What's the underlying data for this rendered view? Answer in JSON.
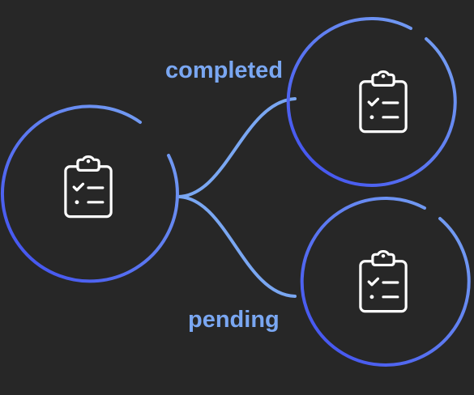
{
  "diagram": {
    "branches": {
      "completed_label": "completed",
      "pending_label": "pending"
    },
    "nodes": [
      {
        "id": "source",
        "icon": "clipboard-checklist-icon"
      },
      {
        "id": "completed",
        "icon": "clipboard-checklist-icon"
      },
      {
        "id": "pending",
        "icon": "clipboard-checklist-icon"
      }
    ],
    "colors": {
      "background": "#272727",
      "ring_dark": "#3f4cf0",
      "ring_light": "#7aa7f2",
      "connector": "#7aa7f2",
      "icon": "#ffffff",
      "label": "#7aa7f2"
    }
  }
}
